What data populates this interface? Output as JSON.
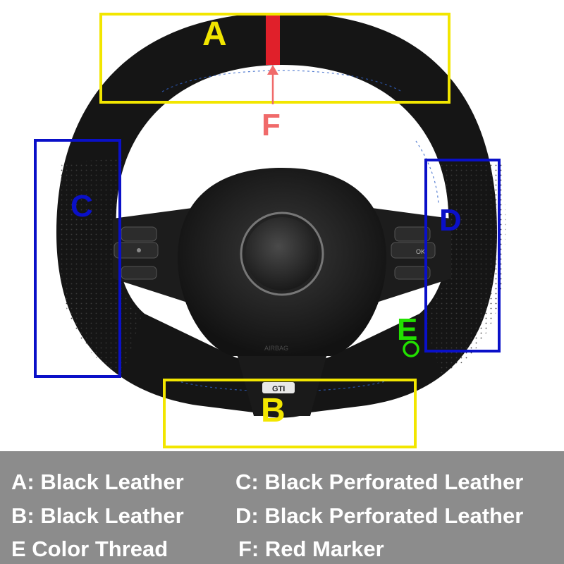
{
  "zones": {
    "a": {
      "letter": "A",
      "color": "#f2e600"
    },
    "b": {
      "letter": "B",
      "color": "#f2e600"
    },
    "c": {
      "letter": "C",
      "color": "#0a10c8"
    },
    "d": {
      "letter": "D",
      "color": "#0a10c8"
    },
    "e": {
      "letter": "E",
      "color": "#22e000"
    },
    "f": {
      "letter": "F",
      "color": "#f06a6a"
    }
  },
  "wheel": {
    "airbag_text": "AIRBAG",
    "badge_text": "GTI",
    "ok_button": "OK",
    "marker_color": "#e0202a",
    "stitch_color": "#2f62c8"
  },
  "legend": {
    "row1_left": "A: Black Leather",
    "row1_right": "C: Black Perforated Leather",
    "row2_left": "B: Black Leather",
    "row2_right": "D: Black Perforated Leather",
    "row3_left": "E  Color Thread",
    "row3_right": "F: Red Marker"
  }
}
